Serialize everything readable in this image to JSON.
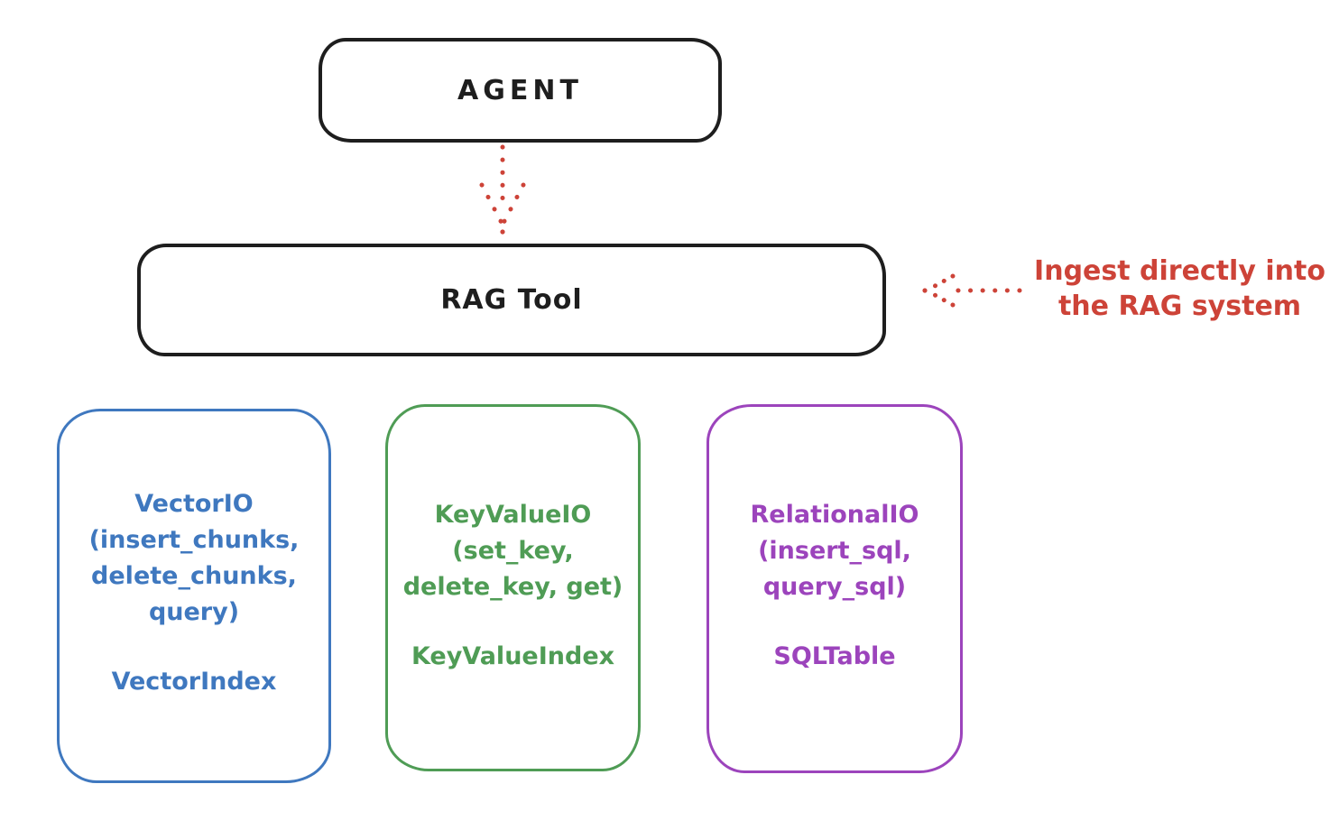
{
  "agent": {
    "label": "AGENT"
  },
  "rag_tool": {
    "label": "RAG Tool"
  },
  "annotation": {
    "line1": "Ingest directly into",
    "line2": "the RAG system",
    "color": "#cd4338"
  },
  "arrows": {
    "agent_to_rag_tool": "dotted-down-arrow",
    "annotation_to_rag_tool": "dotted-left-arrow",
    "color": "#cd4338"
  },
  "backends": [
    {
      "name": "VectorIO",
      "lines": [
        "VectorIO",
        "(insert_chunks,",
        "delete_chunks,",
        "query)"
      ],
      "index_label": "VectorIndex",
      "color": "#3f78bf"
    },
    {
      "name": "KeyValueIO",
      "lines": [
        "KeyValueIO",
        "(set_key,",
        "delete_key, get)"
      ],
      "index_label": "KeyValueIndex",
      "color": "#4f9c55"
    },
    {
      "name": "RelationalIO",
      "lines": [
        "RelationalIO",
        "(insert_sql,",
        "query_sql)"
      ],
      "index_label": "SQLTable",
      "color": "#9c44bc"
    }
  ],
  "colors": {
    "outline": "#1e1e1e",
    "background": "#ffffff"
  }
}
